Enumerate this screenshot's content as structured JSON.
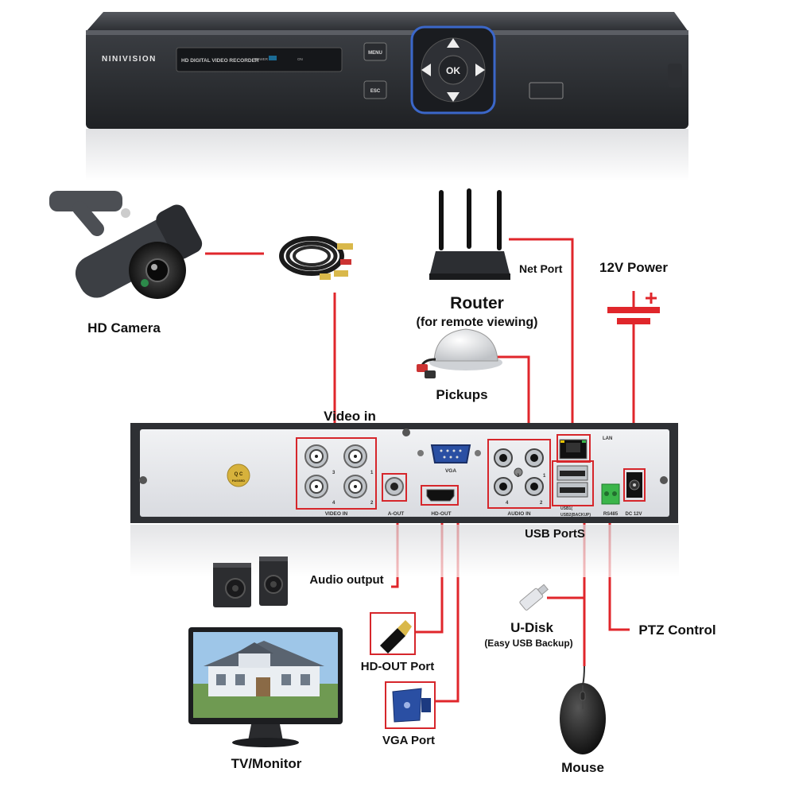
{
  "dvr_front": {
    "brand": "NINIVISION",
    "panel_text": "HD DIGITAL VIDEO RECORDER",
    "power_label": "POWER",
    "on_label": "ON",
    "menu_button": "MENU",
    "esc_button": "ESC",
    "ok_button": "OK"
  },
  "devices": {
    "hd_camera": "HD Camera",
    "router": "Router",
    "router_sub": "(for remote viewing)",
    "net_port": "Net Port",
    "power_12v": "12V Power",
    "pickups": "Pickups",
    "video_in": "Video in",
    "usb_ports": "USB PortS",
    "audio_output": "Audio output",
    "udisk": "U-Disk",
    "udisk_sub": "(Easy USB Backup)",
    "ptz_control": "PTZ Control",
    "hd_out_port": "HD-OUT Port",
    "vga_port": "VGA Port",
    "tv_monitor": "TV/Monitor",
    "mouse": "Mouse"
  },
  "back_panel": {
    "video_in_label": "VIDEO IN",
    "aout_label": "A-OUT",
    "hdout_label": "HD-OUT",
    "vga_label": "VGA",
    "audio_in_label": "AUDIO IN",
    "lan_label": "LAN",
    "usb1_label": "USB1(",
    "usb2_label": "USB2(BACKUP)",
    "rs485_label": "RS485",
    "dc_label": "DC 12V",
    "qc_label": "Q C",
    "qc_sub": "PASSED",
    "ch1": "1",
    "ch2": "2",
    "ch3": "3",
    "ch4": "4"
  },
  "colors": {
    "wire": "#e0262b",
    "dvr_body": "#3a3c40",
    "panel": "#e4e6ea"
  }
}
